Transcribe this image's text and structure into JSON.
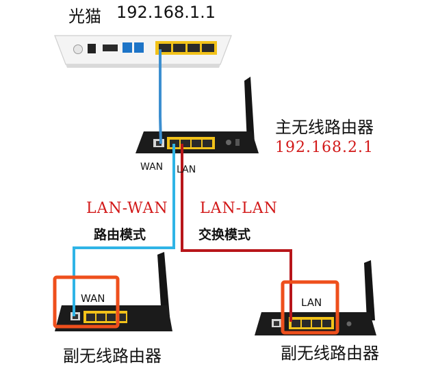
{
  "modem": {
    "label": "光猫",
    "ip": "192.168.1.1"
  },
  "main_router": {
    "label": "主无线路由器",
    "ip": "192.168.2.1",
    "wan_label": "WAN",
    "lan_label": "LAN"
  },
  "link_left": {
    "type": "LAN-WAN",
    "mode": "路由模式",
    "color": "#2f8fd0"
  },
  "link_right": {
    "type": "LAN-LAN",
    "mode": "交换模式",
    "color": "#b8161a"
  },
  "sub_router_left": {
    "label": "副无线路由器",
    "port_label": "WAN"
  },
  "sub_router_right": {
    "label": "副无线路由器",
    "port_label": "LAN"
  },
  "colors": {
    "ip_red": "#d21818",
    "highlight": "#ee4f1c",
    "router_body": "#1b1b1b",
    "port_yellow": "#f2c21a",
    "modem_body": "#f2f2f2"
  }
}
